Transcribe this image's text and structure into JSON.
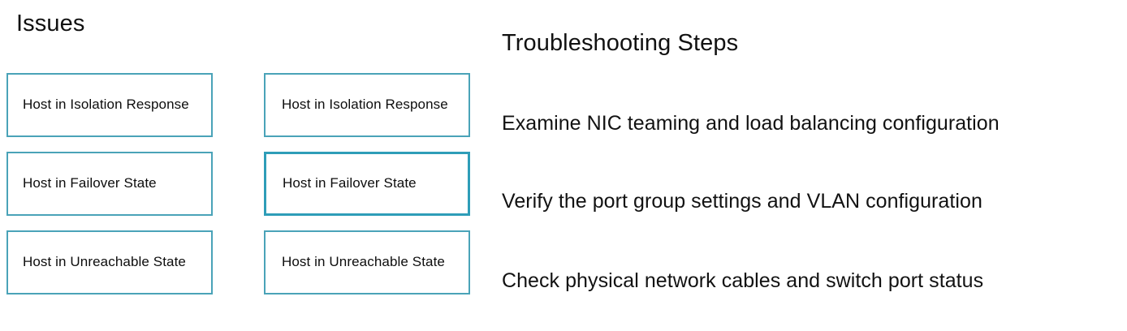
{
  "issues_section": {
    "heading": "Issues",
    "columns": [
      {
        "name": "issues-column-left",
        "boxes": [
          {
            "label": "Host in Isolation Response",
            "emphasis": false
          },
          {
            "label": "Host in Failover State",
            "emphasis": false
          },
          {
            "label": "Host in Unreachable State",
            "emphasis": false
          }
        ]
      },
      {
        "name": "issues-column-right",
        "boxes": [
          {
            "label": "Host in Isolation Response",
            "emphasis": false
          },
          {
            "label": "Host in Failover State",
            "emphasis": true
          },
          {
            "label": "Host in Unreachable State",
            "emphasis": false
          }
        ]
      }
    ]
  },
  "steps_section": {
    "heading": "Troubleshooting Steps",
    "steps": [
      "Examine NIC teaming and load balancing configuration",
      "Verify the port group settings and VLAN configuration",
      "Check physical network cables and switch port status"
    ]
  },
  "colors": {
    "box_border": "#4aa3b8",
    "box_border_emphasis": "#2e9db8",
    "background": "#ffffff",
    "text": "#111111"
  }
}
